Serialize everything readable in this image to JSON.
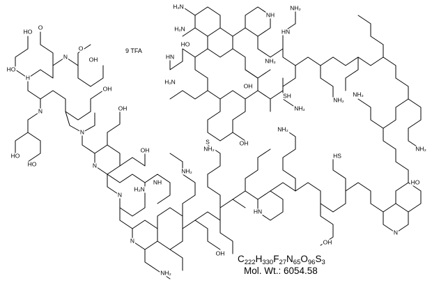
{
  "salt_label": "9 TFA",
  "formula": {
    "parts": [
      {
        "el": "C",
        "n": "222"
      },
      {
        "el": "H",
        "n": "330"
      },
      {
        "el": "F",
        "n": "27"
      },
      {
        "el": "N",
        "n": "65"
      },
      {
        "el": "O",
        "n": "96"
      },
      {
        "el": "S",
        "n": "3"
      }
    ]
  },
  "molecular_weight": {
    "label": "Mol. Wt.:",
    "value": "6054.58"
  },
  "atom_labels": {
    "H2N": "H₂N",
    "NH2": "NH₂",
    "HO": "HO",
    "OH": "OH",
    "O": "O",
    "N": "N",
    "H": "H",
    "HN": "HN",
    "NH": "NH",
    "N_H": "N\nH",
    "SH": "SH",
    "HS": "HS",
    "S": "S"
  }
}
